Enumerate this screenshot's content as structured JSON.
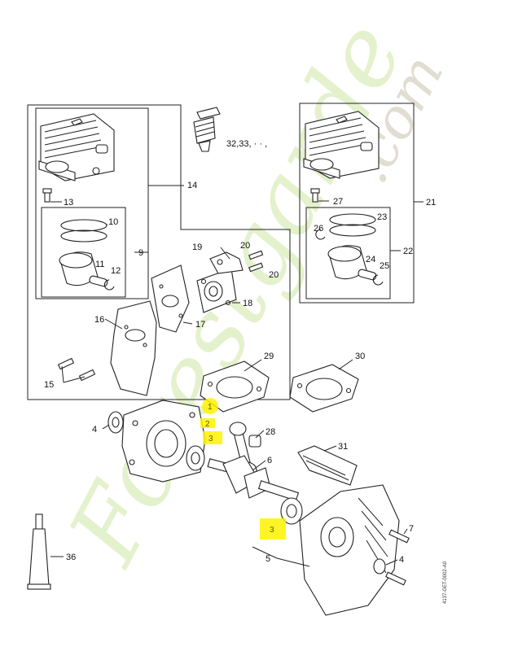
{
  "watermark": {
    "main": "Forestgarde",
    "suffix": ".com"
  },
  "labels": {
    "p1": "1",
    "p2": "2",
    "p3a": "3",
    "p3b": "3",
    "p4a": "4",
    "p4b": "4",
    "p5": "5",
    "p6": "6",
    "p7": "7",
    "p9": "9",
    "p10": "10",
    "p11": "11",
    "p12": "12",
    "p13": "13",
    "p14": "14",
    "p15": "15",
    "p16": "16",
    "p17": "17",
    "p18": "18",
    "p19": "19",
    "p20a": "20",
    "p20b": "20",
    "p21": "21",
    "p22": "22",
    "p23": "23",
    "p24": "24",
    "p25": "25",
    "p26": "26",
    "p27": "27",
    "p28": "28",
    "p29": "29",
    "p30": "30",
    "p31": "31",
    "p32": "32,33,  ·  ·  ,",
    "p36": "36"
  },
  "drawing_code": "4137-GET-0002-A0",
  "colors": {
    "highlight": "#fff200",
    "watermark_green": "#cfe6a6",
    "watermark_grey": "#d8d2c4",
    "line": "#222222"
  }
}
